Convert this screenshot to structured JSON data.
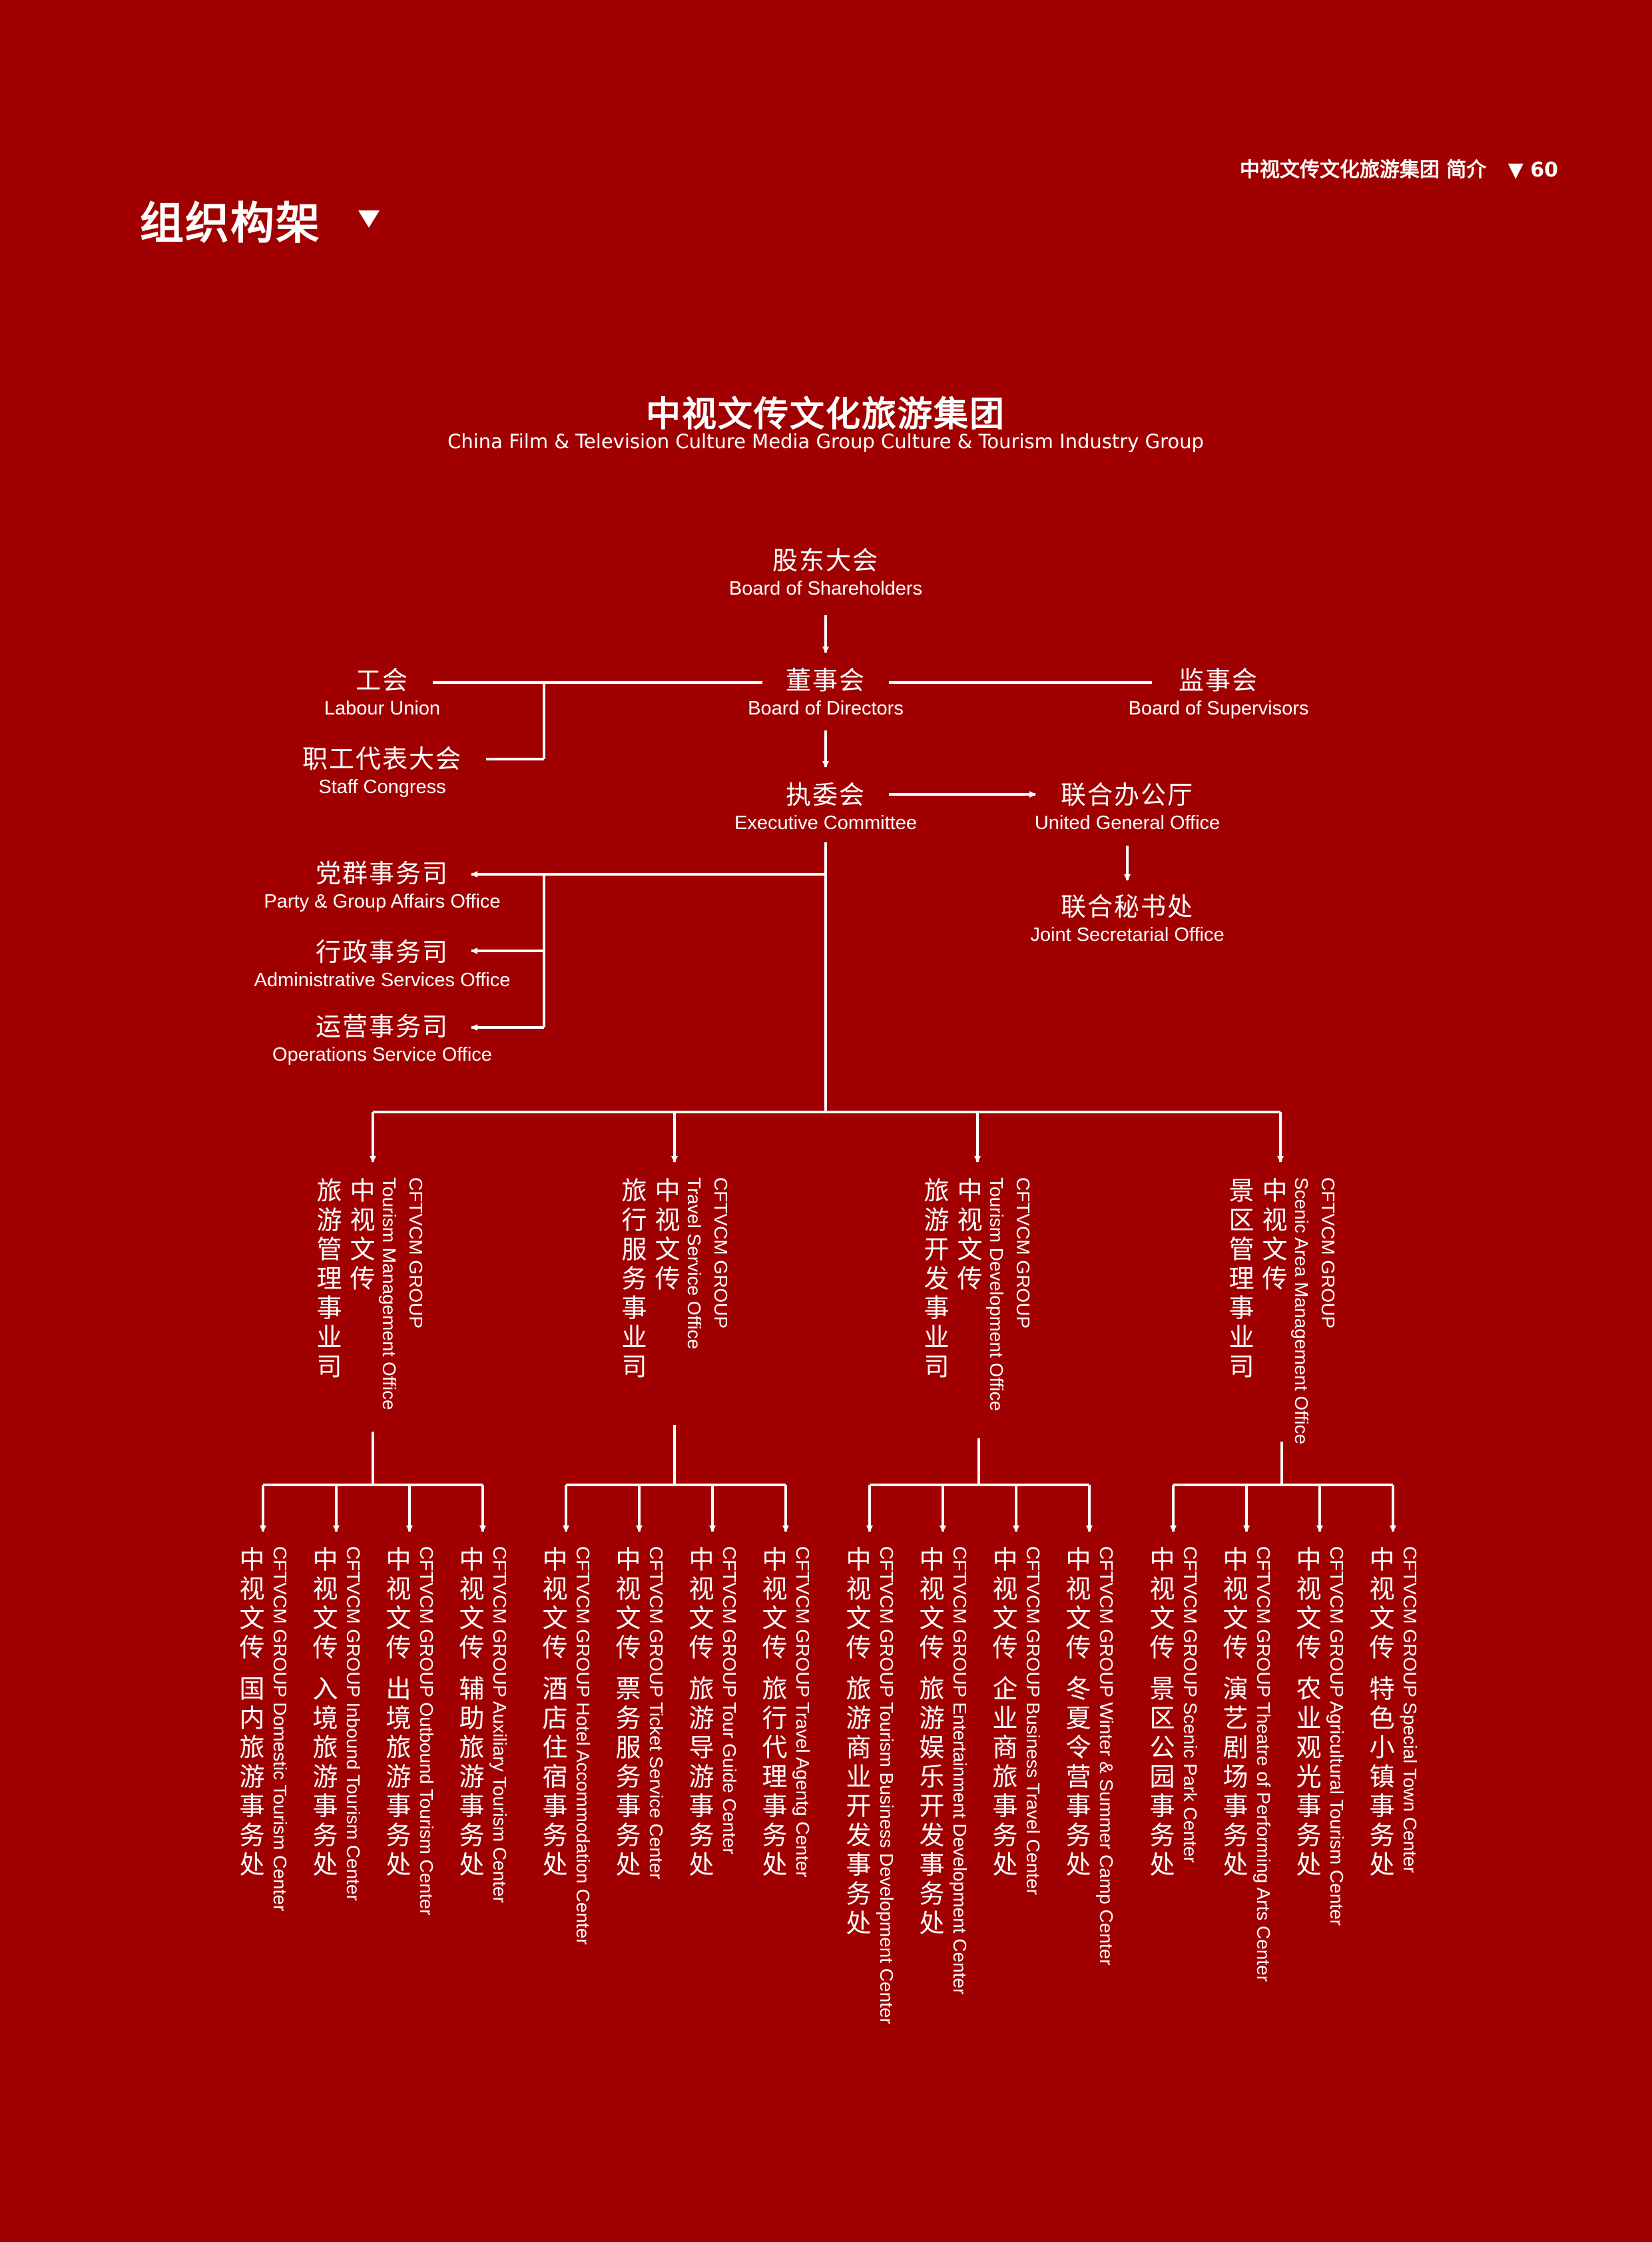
{
  "header": {
    "doc_title": "中视文传文化旅游集团  简介",
    "page_number": "▼ 60"
  },
  "section_title": "组织构架",
  "group": {
    "cn": "中视文传文化旅游集团",
    "en": "China Film & Television Culture Media Group Culture & Tourism Industry Group"
  },
  "nodes": {
    "shareholders": {
      "cn": "股东大会",
      "en": "Board of  Shareholders"
    },
    "directors": {
      "cn": "董事会",
      "en": "Board of Directors"
    },
    "union": {
      "cn": "工会",
      "en": "Labour Union"
    },
    "congress": {
      "cn": "职工代表大会",
      "en": "Staff Congress"
    },
    "supervisors": {
      "cn": "监事会",
      "en": "Board of Supervisors"
    },
    "executive": {
      "cn": "执委会",
      "en": "Executive Committee"
    },
    "general_office": {
      "cn": "联合办公厅",
      "en": "United General Office"
    },
    "secretarial": {
      "cn": "联合秘书处",
      "en": "Joint Secretarial Office"
    },
    "party": {
      "cn": "党群事务司",
      "en": "Party & Group Affairs Office"
    },
    "admin": {
      "cn": "行政事务司",
      "en": "Administrative Services Office"
    },
    "operations": {
      "cn": "运营事务司",
      "en": "Operations Service Office"
    }
  },
  "divisions": [
    {
      "cn_line1": "中视文传",
      "cn_line2": "旅游管理事业司",
      "en_line1": "CFTVCM GROUP",
      "en_line2": "Tourism Management Office",
      "centers": [
        {
          "cn": "中视文传  国内旅游事务处",
          "en": "CFTVCM GROUP Domestic Tourism Center"
        },
        {
          "cn": "中视文传  入境旅游事务处",
          "en": "CFTVCM GROUP Inbound Tourism Center"
        },
        {
          "cn": "中视文传  出境旅游事务处",
          "en": "CFTVCM GROUP Outbound Tourism Center"
        },
        {
          "cn": "中视文传  辅助旅游事务处",
          "en": "CFTVCM GROUP Auxiliary Tourism Center"
        }
      ]
    },
    {
      "cn_line1": "中视文传",
      "cn_line2": "旅行服务事业司",
      "en_line1": "CFTVCM GROUP",
      "en_line2": "Travel Service Office",
      "centers": [
        {
          "cn": "中视文传  酒店住宿事务处",
          "en": "CFTVCM GROUP Hotel Accommodation Center"
        },
        {
          "cn": "中视文传  票务服务事务处",
          "en": "CFTVCM GROUP Ticket Service Center"
        },
        {
          "cn": "中视文传  旅游导游事务处",
          "en": "CFTVCM GROUP Tour Guide Center"
        },
        {
          "cn": "中视文传  旅行代理事务处",
          "en": "CFTVCM GROUP Travel Agentg Center"
        }
      ]
    },
    {
      "cn_line1": "中视文传",
      "cn_line2": "旅游开发事业司",
      "en_line1": "CFTVCM GROUP",
      "en_line2": "Tourism Development Office",
      "centers": [
        {
          "cn": "中视文传  旅游商业开发事务处",
          "en": "CFTVCM GROUP Tourism Business Development Center"
        },
        {
          "cn": "中视文传  旅游娱乐开发事务处",
          "en": "CFTVCM GROUP Entertainment Development Center"
        },
        {
          "cn": "中视文传  企业商旅事务处",
          "en": "CFTVCM GROUP Business Travel Center"
        },
        {
          "cn": "中视文传  冬夏令营事务处",
          "en": "CFTVCM GROUP Winter & Summer Camp Center"
        }
      ]
    },
    {
      "cn_line1": "中视文传",
      "cn_line2": "景区管理事业司",
      "en_line1": "CFTVCM GROUP",
      "en_line2": "Scenic Area Management Office",
      "centers": [
        {
          "cn": "中视文传  景区公园事务处",
          "en": "CFTVCM GROUP Scenic Park Center"
        },
        {
          "cn": "中视文传  演艺剧场事务处",
          "en": "CFTVCM GROUP Theatre of Performing Arts Center"
        },
        {
          "cn": "中视文传  农业观光事务处",
          "en": "CFTVCM GROUP Agricultural Tourism Center"
        },
        {
          "cn": "中视文传  特色小镇事务处",
          "en": "CFTVCM GROUP Special Town Center"
        }
      ]
    }
  ]
}
